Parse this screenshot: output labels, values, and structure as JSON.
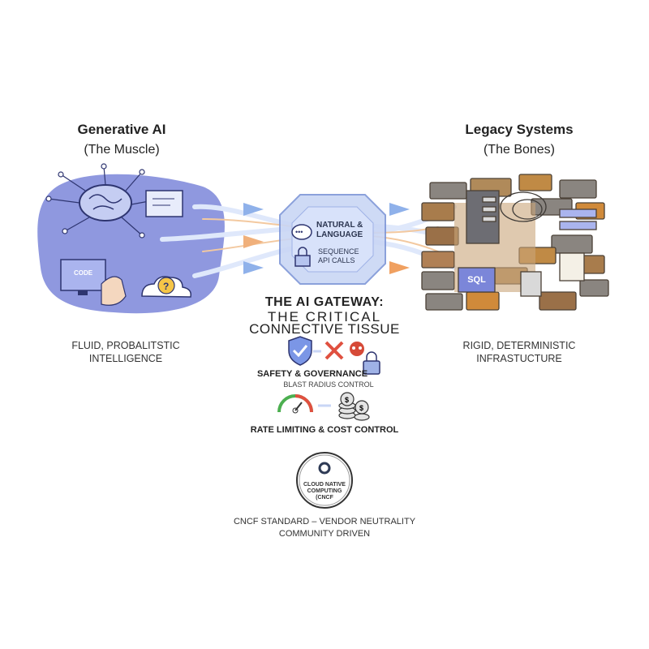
{
  "left": {
    "title": "Generative AI",
    "subtitle": "(The Muscle)",
    "caption_line1": "FLUID, PROBALITSTIC",
    "caption_line2": "INTELLIGENCE",
    "screen_label": "CODE",
    "color": "#7b86d9"
  },
  "right": {
    "title": "Legacy Systems",
    "subtitle": "(The Bones)",
    "caption_line1": "RIGID, DETERMINISTIC",
    "caption_line2": "INFRASTUCTURE",
    "screen_label": "SQL",
    "color": "#b8864e"
  },
  "gateway": {
    "line1": "NATURAL &",
    "line2": "LANGUAGE",
    "line3": "SEQUENCE",
    "line4": "API CALLS",
    "title1": "THE AI GATEWAY:",
    "title2": "THE CRITICAL",
    "title3": "CONNECTIVE TISSUE",
    "color": "#c9d6f5"
  },
  "features": {
    "safety_title": "SAFETY & GOVERNANCE",
    "safety_sub": "BLAST RADIUS CONTROL",
    "rate_title": "RATE LIMITING & COST CONTROL",
    "cncf_badge1": "CLOUD NATIVE",
    "cncf_badge2": "COMPUTING",
    "cncf_badge3": "(CNCF",
    "cncf_line1": "CNCF STANDARD – VENDOR NEUTRALITY",
    "cncf_line2": "COMMUNITY DRIVEN"
  }
}
